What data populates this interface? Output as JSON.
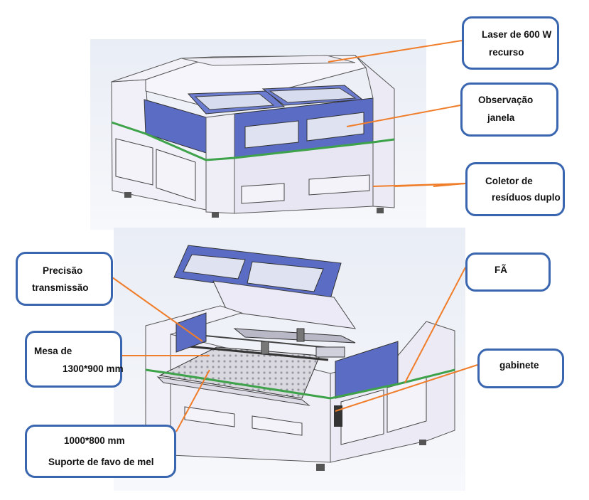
{
  "colors": {
    "callout_border": "#3a66b0",
    "leader_line": "#f07d2a",
    "panel_blue": "#5b6cc4",
    "trim_green": "#3ea24a",
    "body_lavender": "#eceaf6"
  },
  "callouts": {
    "laser": {
      "line1": "Laser de 600 W",
      "line2": "recurso"
    },
    "window": {
      "line1": "Observação",
      "line2": "janela"
    },
    "collector": {
      "line1": "Coletor de",
      "line2": "resíduos duplo"
    },
    "transmission": {
      "line1": "Precisão",
      "line2": "transmissão"
    },
    "fan": {
      "line1": "FÃ"
    },
    "table": {
      "line1": "Mesa de",
      "line2": "1300*900 mm"
    },
    "cabinet": {
      "line1": "gabinete"
    },
    "honeycomb": {
      "line1": "1000*800 mm",
      "line2": "Suporte de favo de mel"
    }
  }
}
